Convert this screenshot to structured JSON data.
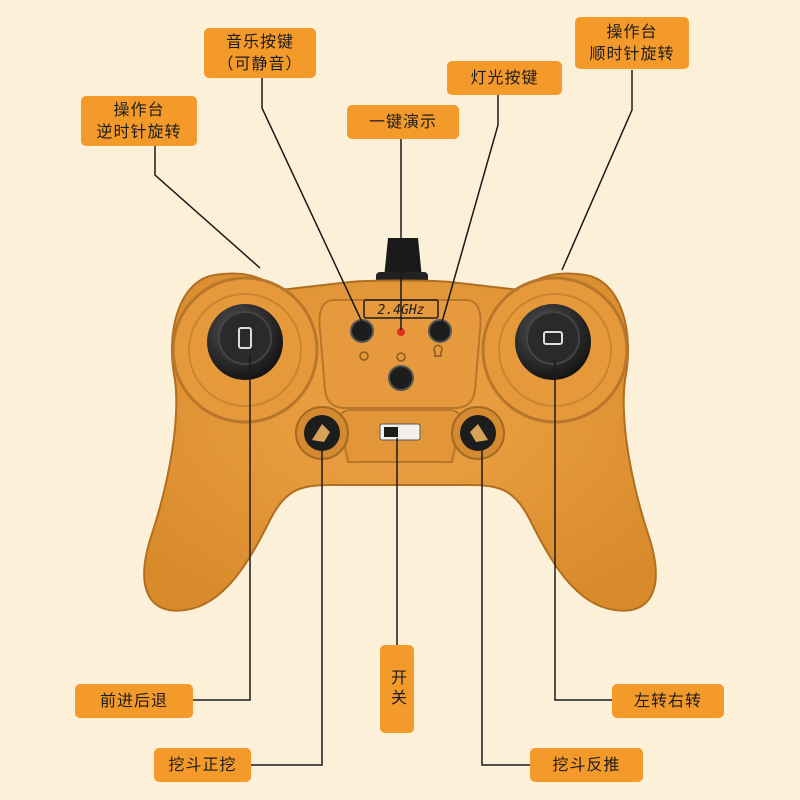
{
  "colors": {
    "background": "#fdf0d8",
    "label": "#f39a2a",
    "controller": "#e79b3c",
    "controller_dark": "#c77d25",
    "leader_line": "#1a1a1a"
  },
  "labels": {
    "music_button": {
      "line1": "音乐按键",
      "line2": "（可静音）"
    },
    "console_ccw": {
      "line1": "操作台",
      "line2": "逆时针旋转"
    },
    "demo_button": {
      "line1": "一键演示"
    },
    "light_button": {
      "line1": "灯光按键"
    },
    "console_cw": {
      "line1": "操作台",
      "line2": "顺时针旋转"
    },
    "forward_back": {
      "line1": "前进后退"
    },
    "bucket_dig": {
      "line1": "挖斗正挖"
    },
    "power_switch": {
      "line1": "开关"
    },
    "turn_left_right": {
      "line1": "左转右转"
    },
    "bucket_push": {
      "line1": "挖斗反推"
    }
  },
  "controller": {
    "frequency_badge": "2.4GHz"
  }
}
